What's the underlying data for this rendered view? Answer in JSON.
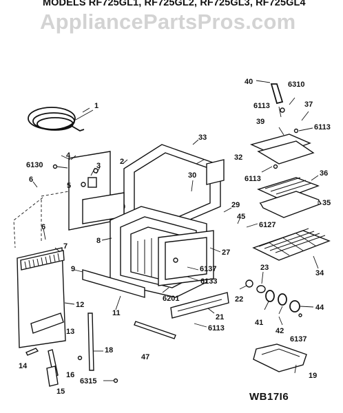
{
  "header": {
    "title": "MODELS RF725GL1, RF725GL2, RF725GL3, RF725GL4",
    "watermark": "AppliancePartsPros.com"
  },
  "diagram_code": "WB17I6",
  "callouts": [
    "1",
    "2",
    "3",
    "4",
    "5",
    "6",
    "6130",
    "6",
    "7",
    "8",
    "9",
    "11",
    "12",
    "13",
    "14",
    "15",
    "16",
    "6315",
    "18",
    "47",
    "33",
    "30",
    "32",
    "29",
    "45",
    "6127",
    "27",
    "6137",
    "6133",
    "6201",
    "21",
    "6113",
    "22",
    "23",
    "41",
    "42",
    "44",
    "6137",
    "34",
    "40",
    "6310",
    "6113",
    "37",
    "39",
    "6113",
    "6113",
    "36",
    "35",
    "19"
  ]
}
